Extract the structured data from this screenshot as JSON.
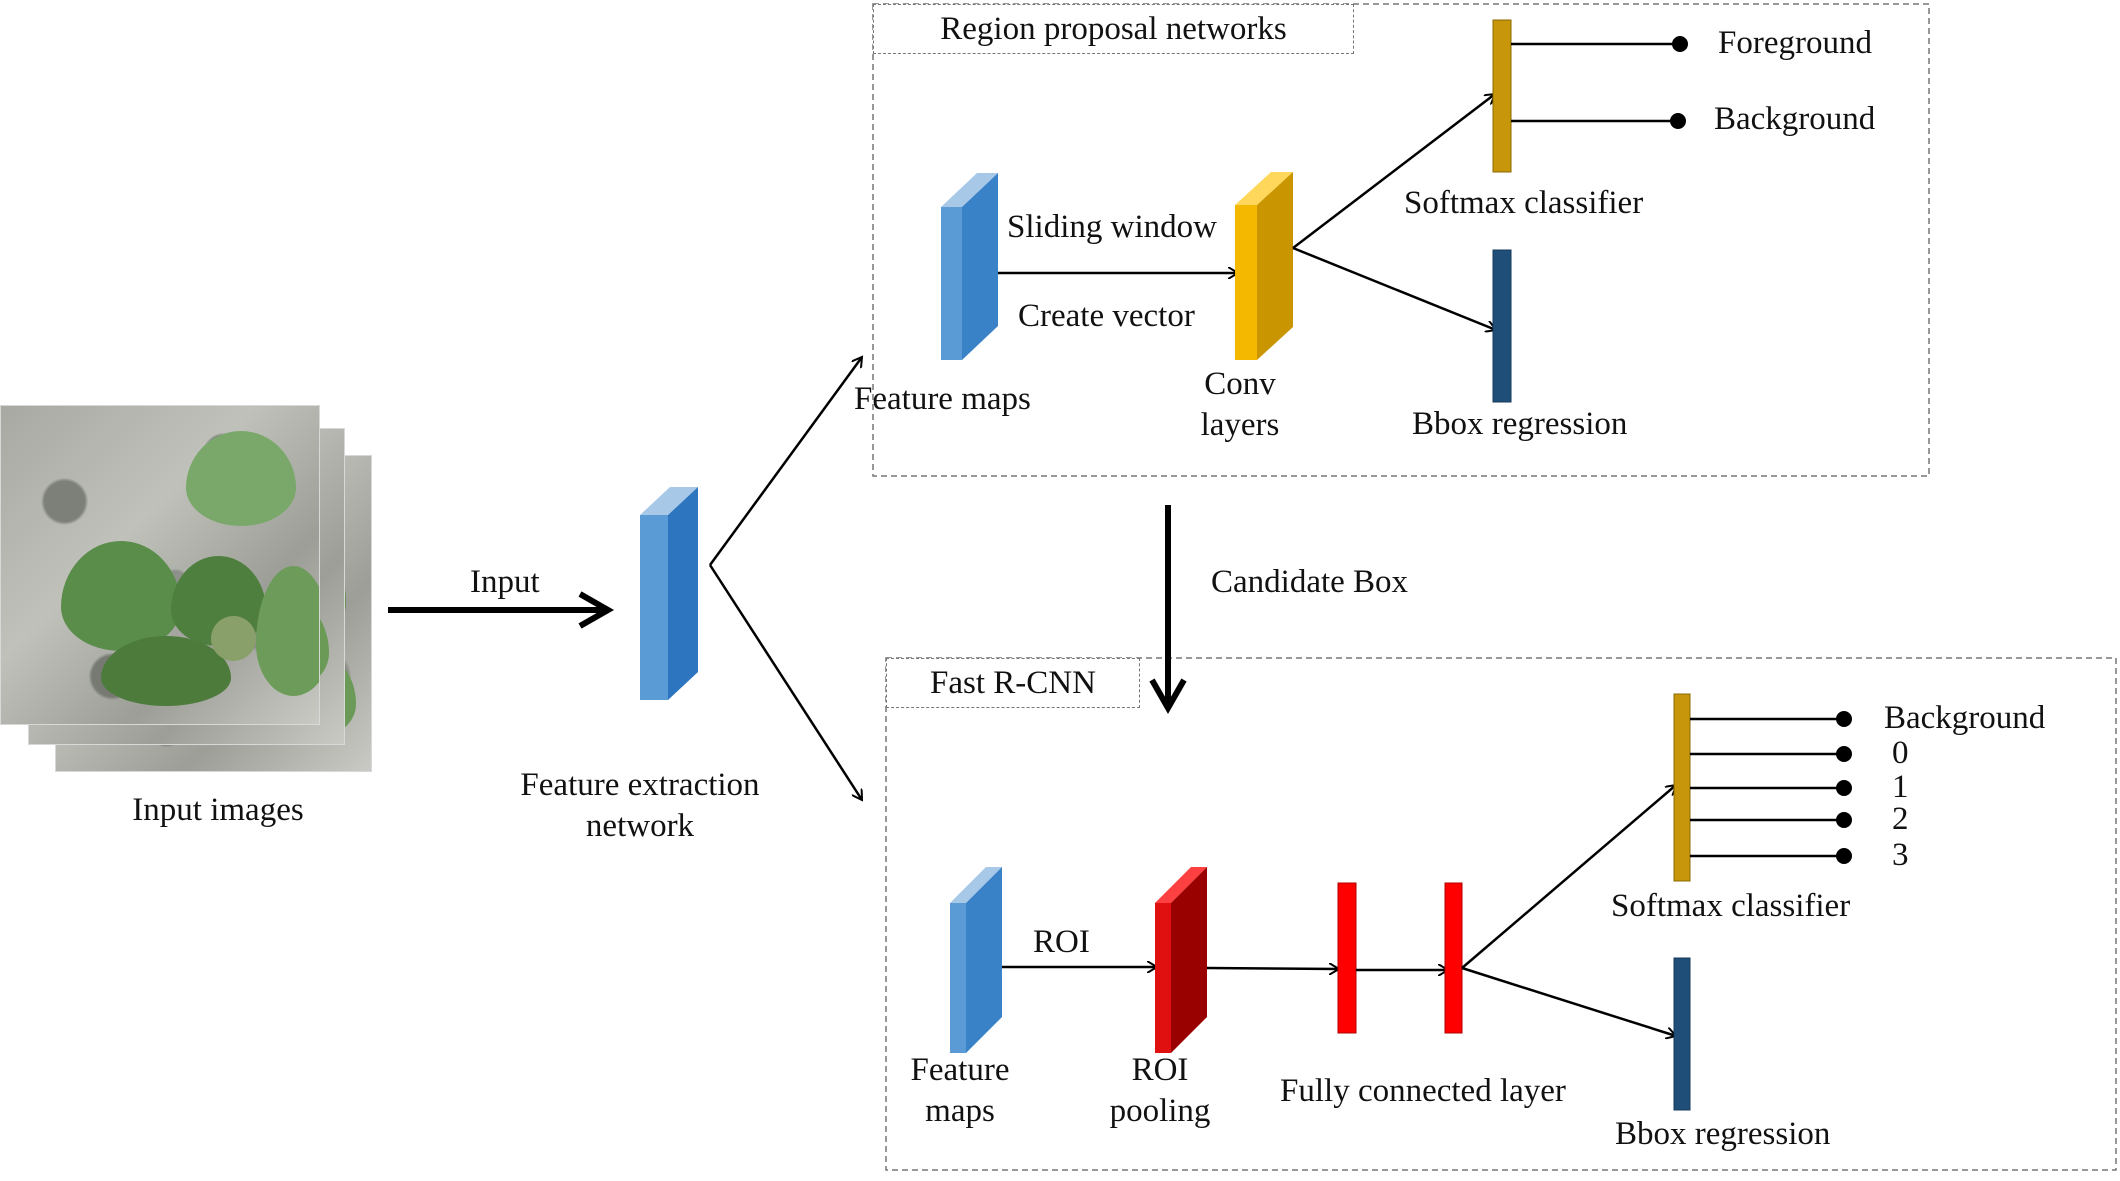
{
  "input": {
    "images_label": "Input images",
    "arrow_label": "Input"
  },
  "feature_extraction": {
    "label_line1": "Feature extraction",
    "label_line2": "network"
  },
  "rpn": {
    "title": "Region proposal networks",
    "feature_maps": "Feature maps",
    "sliding_window": "Sliding window",
    "create_vector": "Create vector",
    "conv_line1": "Conv",
    "conv_line2": "layers",
    "softmax": "Softmax classifier",
    "bbox": "Bbox regression",
    "outputs": [
      "Foreground",
      "Background"
    ]
  },
  "candidate_box": "Candidate Box",
  "fast_rcnn": {
    "title": "Fast R-CNN",
    "feature_line1": "Feature",
    "feature_line2": "maps",
    "roi": "ROI",
    "roi_pool_line1": "ROI",
    "roi_pool_line2": "pooling",
    "fc": "Fully connected layer",
    "softmax": "Softmax classifier",
    "bbox": "Bbox regression",
    "outputs": [
      "Background",
      "0",
      "1",
      "2",
      "3"
    ]
  },
  "colors": {
    "blue_front": "#3a82c8",
    "blue_side": "#2e6fb0",
    "blue_top": "#9cc3e8",
    "yellow_front": "#f5b800",
    "yellow_side": "#c99500",
    "yellow_top": "#ffd75a",
    "gold_bar": "#c8960a",
    "navy_bar": "#1f4e79",
    "red_front": "#e01010",
    "red_side": "#990000",
    "red_top": "#ff5050",
    "fc_red": "#ff0000"
  }
}
